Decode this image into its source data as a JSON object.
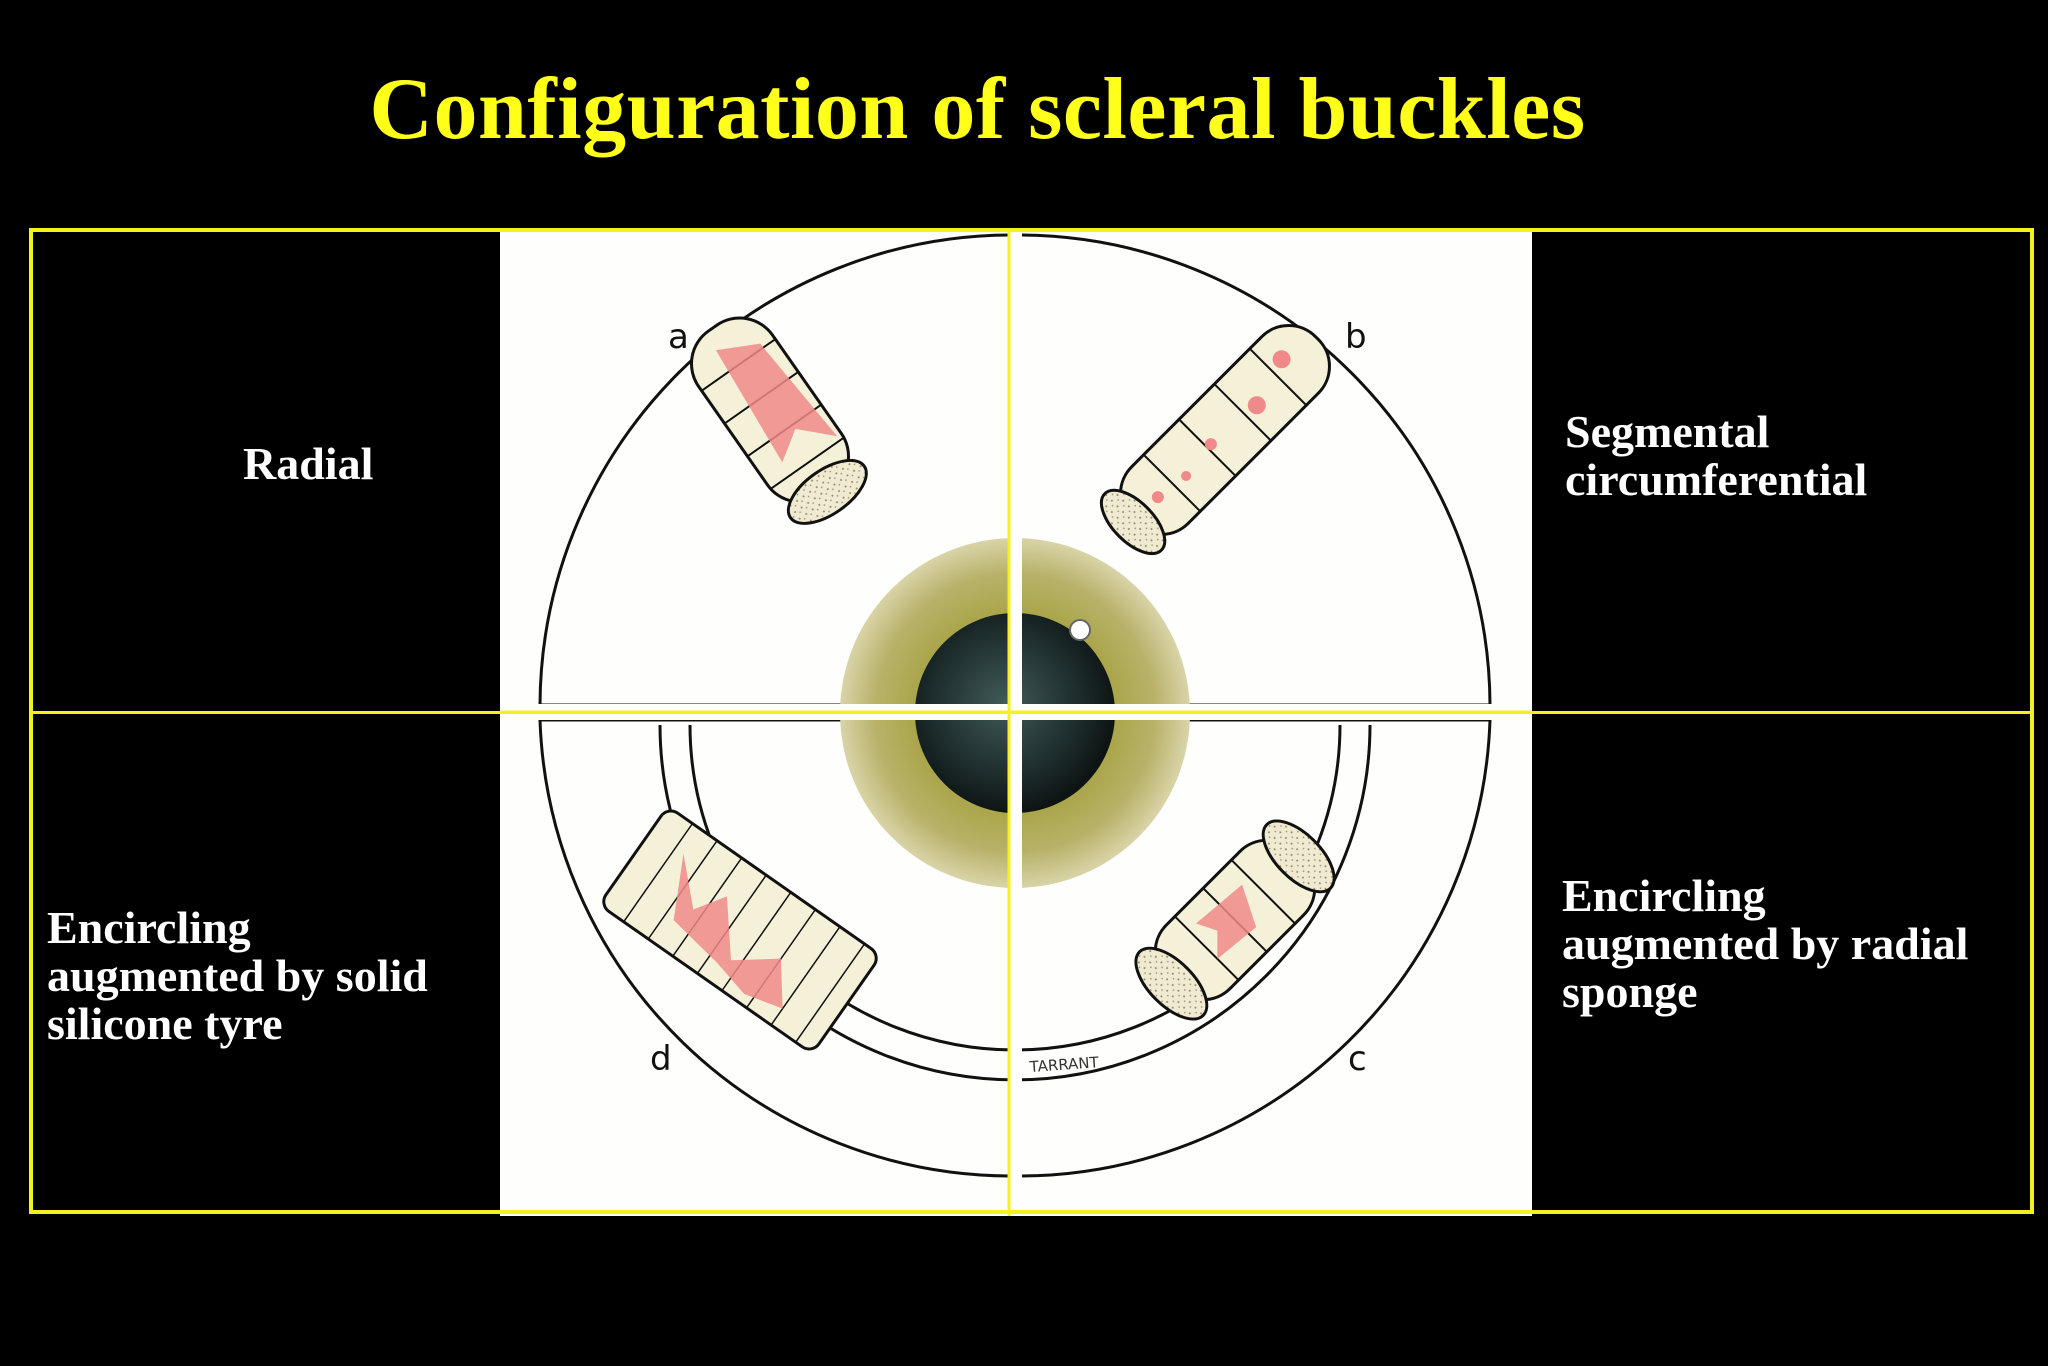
{
  "slide": {
    "title": "Configuration of scleral buckles",
    "accent_color": "#F2F21E",
    "title_color": "#FFFF1A",
    "background_color": "#000000"
  },
  "labels": {
    "radial": [
      "Radial"
    ],
    "segmental": [
      "Segmental",
      "circumferential"
    ],
    "tyre": [
      "Encircling",
      "augmented by solid",
      "silicone tyre"
    ],
    "sponge": [
      "Encircling",
      "augmented by radial",
      "sponge"
    ]
  },
  "diagram": {
    "quadrant_letters": {
      "a": "a",
      "b": "b",
      "c": "c",
      "d": "d"
    },
    "signature": "TARRANT",
    "colors": {
      "iris": "#9E9B3E",
      "pupil": "#1C2A2A",
      "buckle": "#F4F1D8",
      "tear": "#F08A8A",
      "outline": "#111111"
    }
  }
}
